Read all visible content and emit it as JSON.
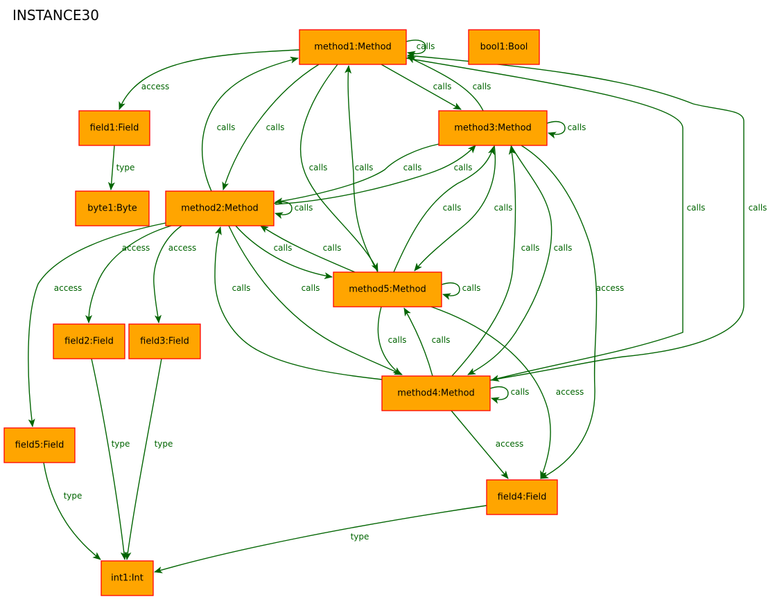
{
  "title": "INSTANCE30",
  "nodes": [
    {
      "id": "method1",
      "label": "method1:Method"
    },
    {
      "id": "bool1",
      "label": "bool1:Bool"
    },
    {
      "id": "field1",
      "label": "field1:Field"
    },
    {
      "id": "method3",
      "label": "method3:Method"
    },
    {
      "id": "byte1",
      "label": "byte1:Byte"
    },
    {
      "id": "method2",
      "label": "method2:Method"
    },
    {
      "id": "method5",
      "label": "method5:Method"
    },
    {
      "id": "field2",
      "label": "field2:Field"
    },
    {
      "id": "field3",
      "label": "field3:Field"
    },
    {
      "id": "method4",
      "label": "method4:Method"
    },
    {
      "id": "field5",
      "label": "field5:Field"
    },
    {
      "id": "field4",
      "label": "field4:Field"
    },
    {
      "id": "int1",
      "label": "int1:Int"
    }
  ],
  "edges": [
    {
      "from": "method1",
      "to": "method1",
      "label": "calls"
    },
    {
      "from": "method1",
      "to": "field1",
      "label": "access"
    },
    {
      "from": "method1",
      "to": "method3",
      "label": "calls"
    },
    {
      "from": "method3",
      "to": "method1",
      "label": "calls"
    },
    {
      "from": "method1",
      "to": "method2",
      "label": "calls"
    },
    {
      "from": "method2",
      "to": "method1",
      "label": "calls"
    },
    {
      "from": "method1",
      "to": "method5",
      "label": "calls"
    },
    {
      "from": "method5",
      "to": "method1",
      "label": "calls"
    },
    {
      "from": "method1",
      "to": "method4",
      "label": "calls"
    },
    {
      "from": "method4",
      "to": "method1",
      "label": "calls"
    },
    {
      "from": "field1",
      "to": "byte1",
      "label": "type"
    },
    {
      "from": "method3",
      "to": "method3",
      "label": "calls"
    },
    {
      "from": "method3",
      "to": "method2",
      "label": "calls"
    },
    {
      "from": "method2",
      "to": "method3",
      "label": "calls"
    },
    {
      "from": "method5",
      "to": "method3",
      "label": "calls"
    },
    {
      "from": "method3",
      "to": "method5",
      "label": "calls"
    },
    {
      "from": "method4",
      "to": "method3",
      "label": "calls"
    },
    {
      "from": "method3",
      "to": "method4",
      "label": "calls"
    },
    {
      "from": "method3",
      "to": "field4",
      "label": "access"
    },
    {
      "from": "method2",
      "to": "method2",
      "label": "calls"
    },
    {
      "from": "method2",
      "to": "field2",
      "label": "access"
    },
    {
      "from": "method2",
      "to": "field3",
      "label": "access"
    },
    {
      "from": "method2",
      "to": "field5",
      "label": "access"
    },
    {
      "from": "method2",
      "to": "method5",
      "label": "calls"
    },
    {
      "from": "method5",
      "to": "method2",
      "label": "calls"
    },
    {
      "from": "method4",
      "to": "method2",
      "label": "calls"
    },
    {
      "from": "method2",
      "to": "method4",
      "label": "calls"
    },
    {
      "from": "method5",
      "to": "method5",
      "label": "calls"
    },
    {
      "from": "method5",
      "to": "method4",
      "label": "calls"
    },
    {
      "from": "method4",
      "to": "method5",
      "label": "calls"
    },
    {
      "from": "method5",
      "to": "field4",
      "label": "access"
    },
    {
      "from": "method4",
      "to": "method4",
      "label": "calls"
    },
    {
      "from": "method4",
      "to": "field4",
      "label": "access"
    },
    {
      "from": "field2",
      "to": "int1",
      "label": "type"
    },
    {
      "from": "field3",
      "to": "int1",
      "label": "type"
    },
    {
      "from": "field5",
      "to": "int1",
      "label": "type"
    },
    {
      "from": "field4",
      "to": "int1",
      "label": "type"
    }
  ]
}
